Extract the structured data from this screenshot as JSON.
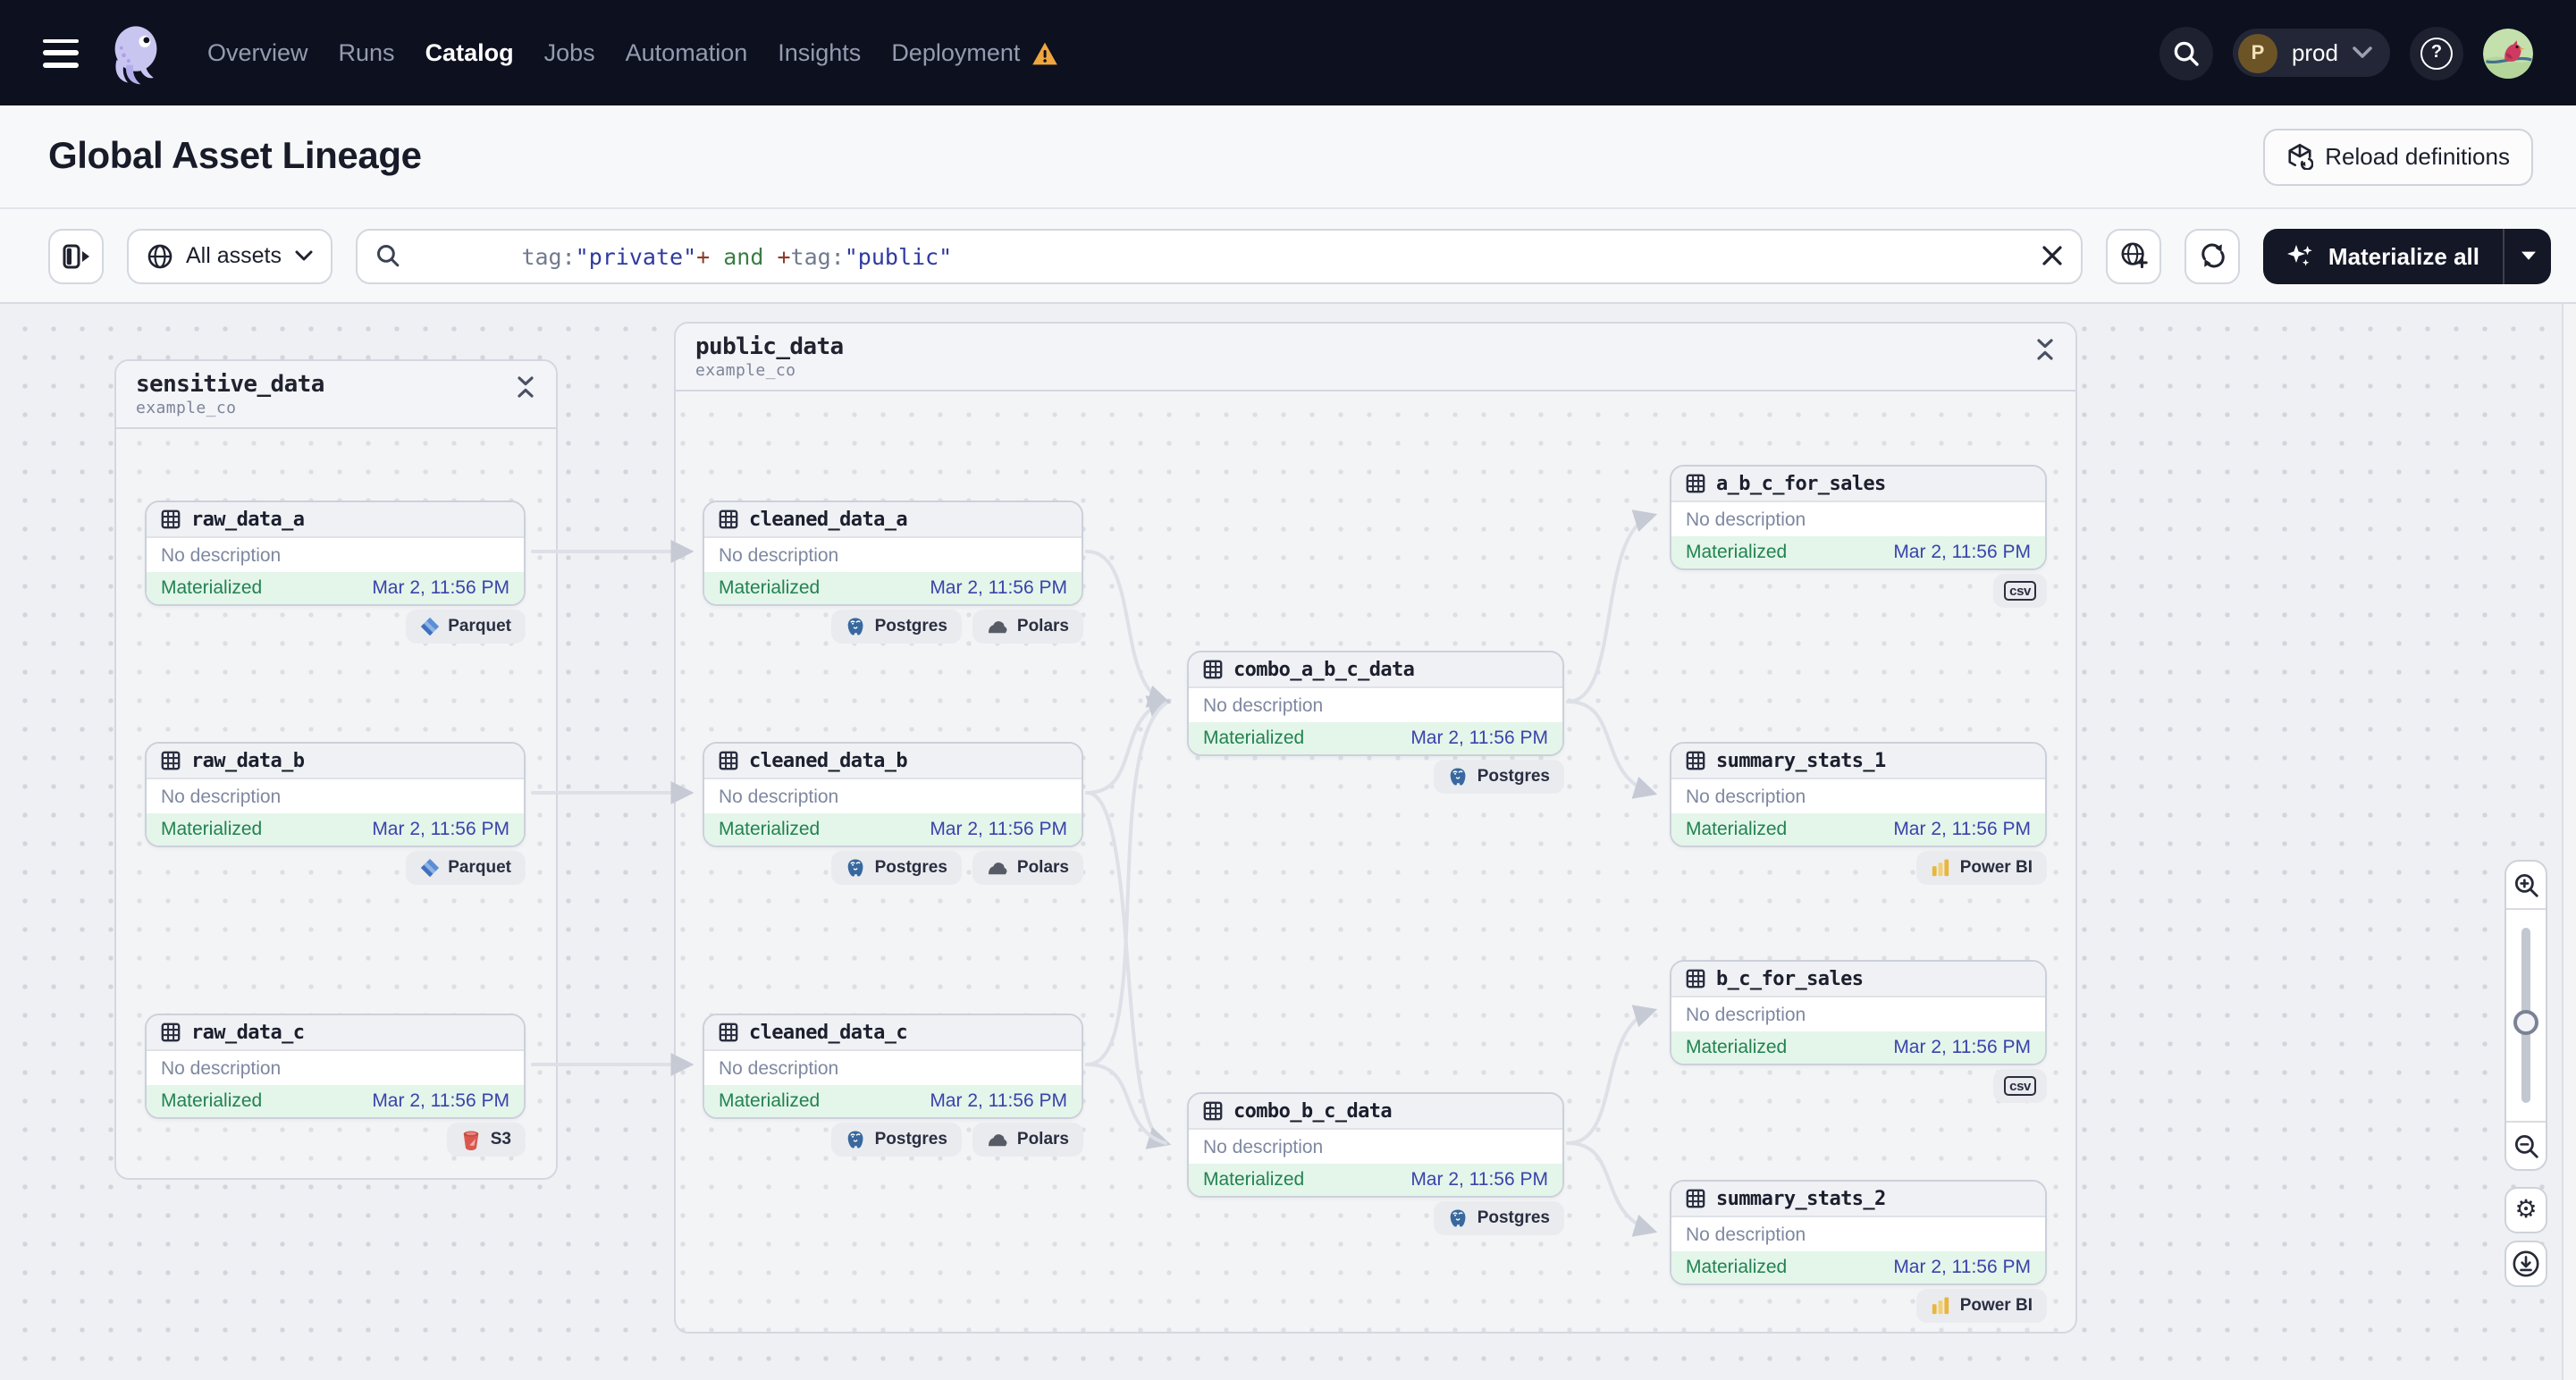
{
  "nav": {
    "menu_items": [
      "Overview",
      "Runs",
      "Catalog",
      "Jobs",
      "Automation",
      "Insights",
      "Deployment"
    ],
    "active_item": "Catalog",
    "environment": {
      "initial": "P",
      "name": "prod"
    }
  },
  "page_header": {
    "title": "Global Asset Lineage",
    "reload_button": "Reload definitions"
  },
  "filter_bar": {
    "asset_scope_label": "All assets",
    "search_segments": [
      {
        "text": "tag:",
        "css": "color:#717a8e"
      },
      {
        "text": "\"private\"",
        "css": "color:#2e3a9f"
      },
      {
        "text": "+",
        "css": "color:#8f3b2c"
      },
      {
        "text": " and ",
        "css": "color:#3a7d44"
      },
      {
        "text": "+",
        "css": "color:#8f3b2c"
      },
      {
        "text": "tag:",
        "css": "color:#717a8e"
      },
      {
        "text": "\"public\"",
        "css": "color:#2e3a9f"
      }
    ],
    "materialize_button": "Materialize all"
  },
  "graph": {
    "groups": [
      {
        "name": "sensitive_data",
        "location": "example_co"
      },
      {
        "name": "public_data",
        "location": "example_co"
      }
    ],
    "nodes": [
      {
        "name": "raw_data_a",
        "description": "No description",
        "status": "Materialized",
        "timestamp": "Mar 2, 11:56 PM",
        "tags": [
          "Parquet"
        ]
      },
      {
        "name": "raw_data_b",
        "description": "No description",
        "status": "Materialized",
        "timestamp": "Mar 2, 11:56 PM",
        "tags": [
          "Parquet"
        ]
      },
      {
        "name": "raw_data_c",
        "description": "No description",
        "status": "Materialized",
        "timestamp": "Mar 2, 11:56 PM",
        "tags": [
          "S3"
        ]
      },
      {
        "name": "cleaned_data_a",
        "description": "No description",
        "status": "Materialized",
        "timestamp": "Mar 2, 11:56 PM",
        "tags": [
          "Postgres",
          "Polars"
        ]
      },
      {
        "name": "cleaned_data_b",
        "description": "No description",
        "status": "Materialized",
        "timestamp": "Mar 2, 11:56 PM",
        "tags": [
          "Postgres",
          "Polars"
        ]
      },
      {
        "name": "cleaned_data_c",
        "description": "No description",
        "status": "Materialized",
        "timestamp": "Mar 2, 11:56 PM",
        "tags": [
          "Postgres",
          "Polars"
        ]
      },
      {
        "name": "combo_a_b_c_data",
        "description": "No description",
        "status": "Materialized",
        "timestamp": "Mar 2, 11:56 PM",
        "tags": [
          "Postgres"
        ]
      },
      {
        "name": "combo_b_c_data",
        "description": "No description",
        "status": "Materialized",
        "timestamp": "Mar 2, 11:56 PM",
        "tags": [
          "Postgres"
        ]
      },
      {
        "name": "a_b_c_for_sales",
        "description": "No description",
        "status": "Materialized",
        "timestamp": "Mar 2, 11:56 PM",
        "tags": [
          "csv"
        ]
      },
      {
        "name": "summary_stats_1",
        "description": "No description",
        "status": "Materialized",
        "timestamp": "Mar 2, 11:56 PM",
        "tags": [
          "Power BI"
        ]
      },
      {
        "name": "b_c_for_sales",
        "description": "No description",
        "status": "Materialized",
        "timestamp": "Mar 2, 11:56 PM",
        "tags": [
          "csv"
        ]
      },
      {
        "name": "summary_stats_2",
        "description": "No description",
        "status": "Materialized",
        "timestamp": "Mar 2, 11:56 PM",
        "tags": [
          "Power BI"
        ]
      }
    ]
  },
  "colors": {
    "nav_bg": "#0d101e",
    "status_green": "#218350",
    "status_green_bg": "#e4f5ea",
    "timestamp_blue": "#3a43ab",
    "warning_orange": "#f0a53f",
    "edge_gray": "#dde0e6"
  }
}
